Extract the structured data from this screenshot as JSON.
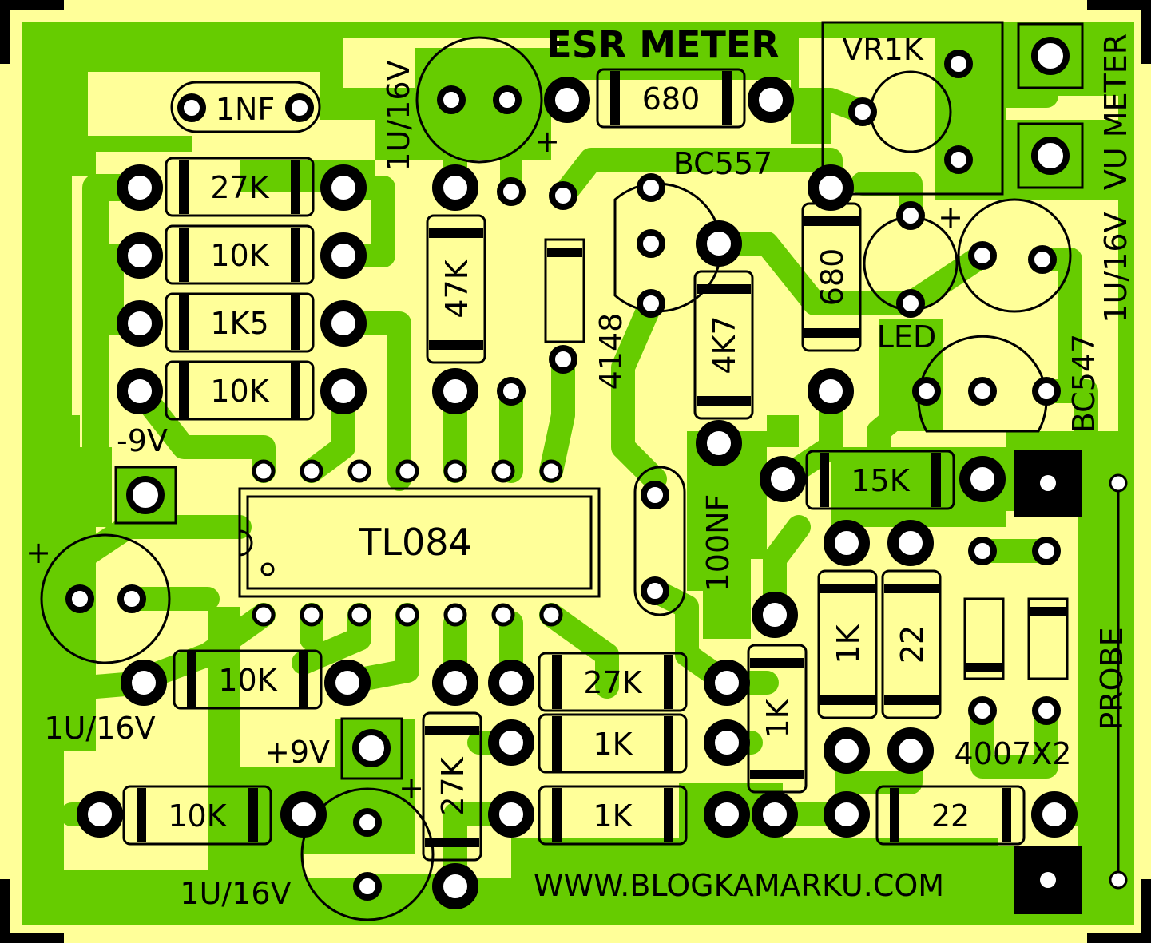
{
  "colors": {
    "copper": "#66cc00",
    "board": "#ffff99",
    "silk": "#000000",
    "pad_hole": "#ffffff"
  },
  "title": "ESR METER",
  "website": "WWW.BLOGKAMARKU.COM",
  "connectors": {
    "minus_9v": "-9V",
    "plus_9v": "+9V",
    "probe": "PROBE",
    "vu_meter": "VU METER"
  },
  "parts": {
    "ic": "TL084",
    "trimmer": "VR1K",
    "pnp": "BC557",
    "npn": "BC547",
    "led": "LED",
    "diode_signal": "4148",
    "diodes_probe": "4007X2",
    "cap_film_small": "1NF",
    "cap_film_100n": "100NF",
    "cap_elec_top": "1U/16V",
    "cap_elec_right": "1U/16V",
    "cap_elec_left": "1U/16V",
    "cap_elec_bottom": "1U/16V",
    "plus_sign": "+"
  },
  "resistors": {
    "r_27k_top": "27K",
    "r_10k_a": "10K",
    "r_1k5": "1K5",
    "r_10k_b": "10K",
    "r_47k": "47K",
    "r_680_top": "680",
    "r_4k7": "4K7",
    "r_680_v": "680",
    "r_15k": "15K",
    "r_10k_left": "10K",
    "r_10k_bottom": "10K",
    "r_27k_v": "27K",
    "r_27k_mid": "27K",
    "r_1k_mid": "1K",
    "r_1k_bottom": "1K",
    "r_1k_v": "1K",
    "r_1k_v2": "1K",
    "r_22_v": "22",
    "r_22_h": "22"
  }
}
